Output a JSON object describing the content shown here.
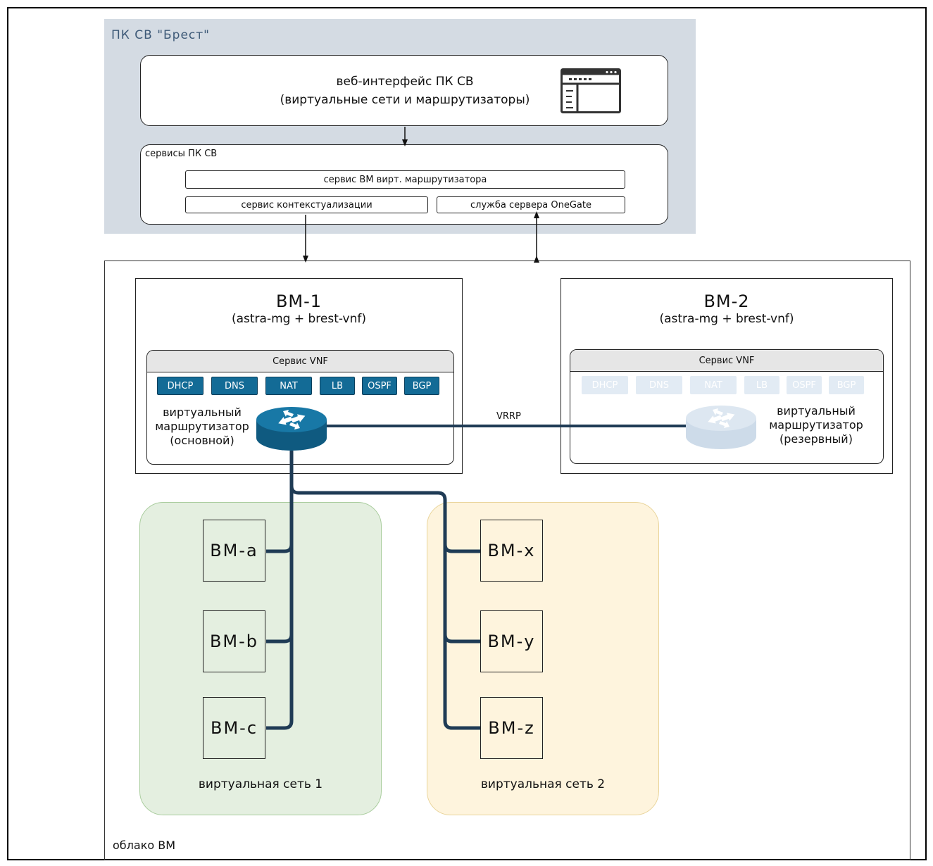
{
  "pk": {
    "title": "ПК СВ  \"Брест\"",
    "web_line1": "веб-интерфейс ПК СВ",
    "web_line2": "(виртуальные сети и маршрутизаторы)",
    "web_icon": "browser-window-icon",
    "services_title": "сервисы ПК СВ",
    "svc_router": "сервис ВМ вирт. маршрутизатора",
    "svc_context": "сервис контекстуализации",
    "svc_onegate": "служба сервера OneGate"
  },
  "cloud": {
    "label": "облако ВМ",
    "vrrp": "VRRP",
    "vm1": {
      "title": "ВМ-1",
      "subtitle": "(astra-mg + brest-vnf)",
      "vnf_title": "Сервис VNF",
      "router_line1": "виртуальный",
      "router_line2": "маршрутизатор",
      "router_line3": "(основной)"
    },
    "vm2": {
      "title": "ВМ-2",
      "subtitle": "(astra-mg + brest-vnf)",
      "vnf_title": "Сервис VNF",
      "router_line1": "виртуальный",
      "router_line2": "маршрутизатор",
      "router_line3": "(резервный)"
    },
    "protocols": [
      "DHCP",
      "DNS",
      "NAT",
      "LB",
      "OSPF",
      "BGP"
    ],
    "net1": {
      "label": "виртуальная сеть 1",
      "vms": [
        "ВМ-a",
        "ВМ-b",
        "ВМ-c"
      ]
    },
    "net2": {
      "label": "виртуальная сеть 2",
      "vms": [
        "ВМ-x",
        "ВМ-y",
        "ВМ-z"
      ]
    }
  },
  "colors": {
    "active": "#136b96",
    "passive": "#e2ebf4",
    "link": "#1f3b55",
    "net1_bg": "#e4efe0",
    "net2_bg": "#fef4dd",
    "pk_bg": "#d4dbe3"
  }
}
